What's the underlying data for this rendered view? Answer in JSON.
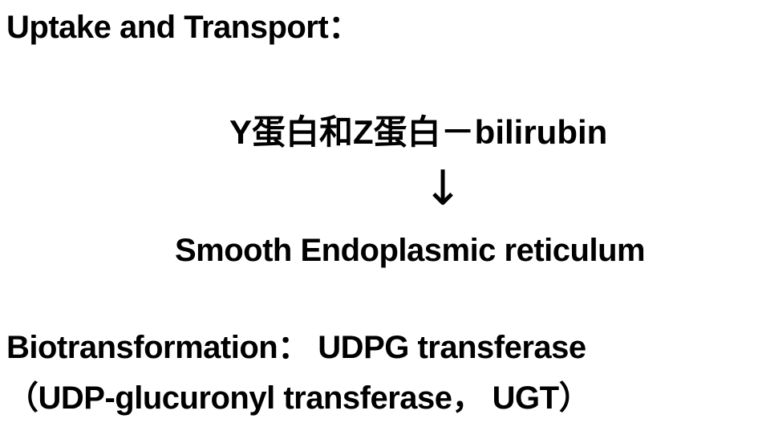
{
  "slide": {
    "uptake_heading": "Uptake and Transport：",
    "transport_line": "Y蛋白和Z蛋白－bilirubin",
    "arrow": "↓",
    "destination": "Smooth Endoplasmic reticulum",
    "biotransformation_line": "Biotransformation：  UDPG transferase",
    "enzyme_full_name": "（UDP-glucuronyl transferase，  UGT）"
  },
  "colors": {
    "background": "#ffffff",
    "text": "#000000"
  }
}
